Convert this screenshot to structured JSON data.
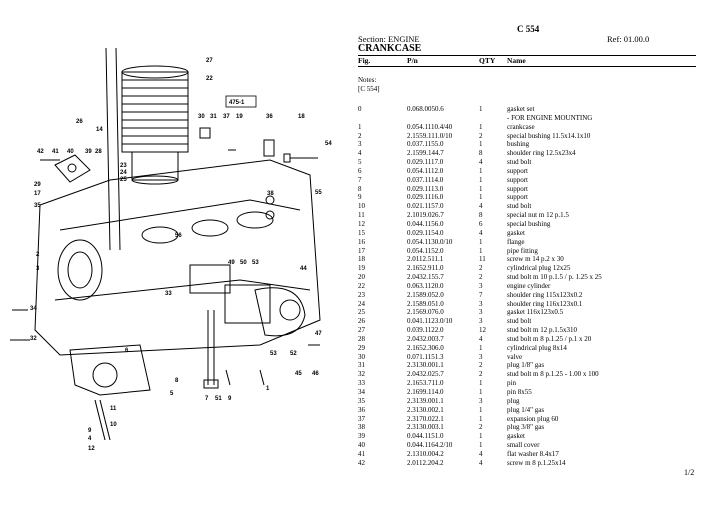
{
  "header": {
    "doc_code": "C 554",
    "section": "Section: ENGINE",
    "ref": "Ref: 01.00.0",
    "title": "CRANKCASE"
  },
  "columns": {
    "fig": "Fig.",
    "pn": "P/n",
    "qty": "QTY",
    "name": "Name"
  },
  "notes": {
    "label": "Notes:",
    "text": "[C 554]"
  },
  "diagram": {
    "callout_box": "475-1"
  },
  "parts": [
    {
      "fig": "0",
      "pn": "0.068.0050.6",
      "qty": "1",
      "name": "gasket set"
    },
    {
      "fig": "",
      "pn": "",
      "qty": "",
      "name": "- FOR ENGINE MOUNTING"
    },
    {
      "fig": "1",
      "pn": "0.054.1110.4/40",
      "qty": "1",
      "name": "crankcase"
    },
    {
      "fig": "2",
      "pn": "2.1559.111.0/10",
      "qty": "2",
      "name": "special bushing 11.5x14.1x10"
    },
    {
      "fig": "3",
      "pn": "0.037.1155.0",
      "qty": "1",
      "name": "bushing"
    },
    {
      "fig": "4",
      "pn": "2.1599.144.7",
      "qty": "8",
      "name": "shoulder ring 12.5x23x4"
    },
    {
      "fig": "5",
      "pn": "0.029.1117.0",
      "qty": "4",
      "name": "stud bolt"
    },
    {
      "fig": "6",
      "pn": "0.054.1112.0",
      "qty": "1",
      "name": "support"
    },
    {
      "fig": "7",
      "pn": "0.037.1114.0",
      "qty": "1",
      "name": "support"
    },
    {
      "fig": "8",
      "pn": "0.029.1113.0",
      "qty": "1",
      "name": "support"
    },
    {
      "fig": "9",
      "pn": "0.029.1116.0",
      "qty": "1",
      "name": "support"
    },
    {
      "fig": "10",
      "pn": "0.021.1157.0",
      "qty": "4",
      "name": "stud bolt"
    },
    {
      "fig": "11",
      "pn": "2.1019.026.7",
      "qty": "8",
      "name": "special nut m 12 p.1.5"
    },
    {
      "fig": "12",
      "pn": "0.044.1156.0",
      "qty": "6",
      "name": "special bushing"
    },
    {
      "fig": "15",
      "pn": "0.029.1154.0",
      "qty": "4",
      "name": "gasket"
    },
    {
      "fig": "16",
      "pn": "0.054.1130.0/10",
      "qty": "1",
      "name": "flange"
    },
    {
      "fig": "17",
      "pn": "0.054.1152.0",
      "qty": "1",
      "name": "pipe fitting"
    },
    {
      "fig": "18",
      "pn": "2.0112.511.1",
      "qty": "11",
      "name": "screw m 14 p.2 x 30"
    },
    {
      "fig": "19",
      "pn": "2.1652.911.0",
      "qty": "2",
      "name": "cylindrical plug 12x25"
    },
    {
      "fig": "20",
      "pn": "2.0432.155.7",
      "qty": "2",
      "name": "stud bolt m 10 p.1.5 / p. 1.25 x 25"
    },
    {
      "fig": "22",
      "pn": "0.063.1120.0",
      "qty": "3",
      "name": "engine cylinder"
    },
    {
      "fig": "23",
      "pn": "2.1589.052.0",
      "qty": "7",
      "name": "shoulder ring 115x123x0.2"
    },
    {
      "fig": "24",
      "pn": "2.1589.051.0",
      "qty": "3",
      "name": "shoulder ring 116x123x0.1"
    },
    {
      "fig": "25",
      "pn": "2.1569.076.0",
      "qty": "3",
      "name": "gasket 116x123x0.5"
    },
    {
      "fig": "26",
      "pn": "0.041.1123.0/10",
      "qty": "3",
      "name": "stud bolt"
    },
    {
      "fig": "27",
      "pn": "0.039.1122.0",
      "qty": "12",
      "name": "stud bolt m 12 p.1.5x310"
    },
    {
      "fig": "28",
      "pn": "2.0432.003.7",
      "qty": "4",
      "name": "stud bolt m 8 p.1.25 / p.1 x 20"
    },
    {
      "fig": "29",
      "pn": "2.1652.306.0",
      "qty": "1",
      "name": "cylindrical plug 8x14"
    },
    {
      "fig": "30",
      "pn": "0.071.1151.3",
      "qty": "3",
      "name": "valve"
    },
    {
      "fig": "31",
      "pn": "2.3130.001.1",
      "qty": "2",
      "name": "plug 1/8\" gas"
    },
    {
      "fig": "32",
      "pn": "2.0432.025.7",
      "qty": "2",
      "name": "stud bolt m 8 p.1.25 - 1.00 x 100"
    },
    {
      "fig": "33",
      "pn": "2.1653.711.0",
      "qty": "1",
      "name": "pin"
    },
    {
      "fig": "34",
      "pn": "2.1699.114.0",
      "qty": "1",
      "name": "pin 8x55"
    },
    {
      "fig": "35",
      "pn": "2.3139.001.1",
      "qty": "3",
      "name": "plug"
    },
    {
      "fig": "36",
      "pn": "2.3130.002.1",
      "qty": "1",
      "name": "plug 1/4\" gas"
    },
    {
      "fig": "37",
      "pn": "2.3170.022.1",
      "qty": "1",
      "name": "expansion plug 60"
    },
    {
      "fig": "38",
      "pn": "2.3130.003.1",
      "qty": "2",
      "name": "plug 3/8\" gas"
    },
    {
      "fig": "39",
      "pn": "0.044.1151.0",
      "qty": "1",
      "name": "gasket"
    },
    {
      "fig": "40",
      "pn": "0.044.1164.2/10",
      "qty": "1",
      "name": "small cover"
    },
    {
      "fig": "41",
      "pn": "2.1310.004.2",
      "qty": "4",
      "name": "flat washer 8.4x17"
    },
    {
      "fig": "42",
      "pn": "2.0112.204.2",
      "qty": "4",
      "name": "screw m 8 p.1.25x14"
    }
  ],
  "page": "1/2"
}
